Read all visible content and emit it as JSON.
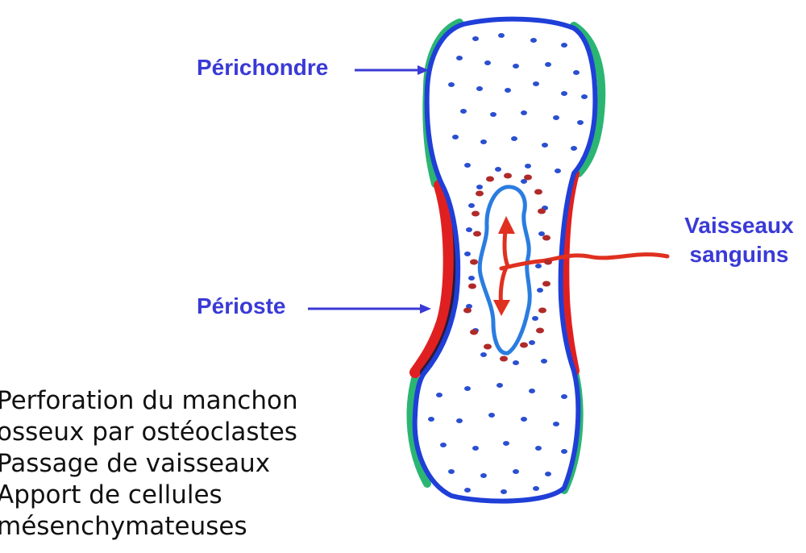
{
  "labels": {
    "perichondre": "Périchondre",
    "perioste": "Périoste",
    "vaisseaux_line1": "Vaisseaux",
    "vaisseaux_line2": "sanguins"
  },
  "notes": [
    "Perforation du manchon",
    "osseux par ostéoclastes",
    "Passage de vaisseaux",
    "Apport de cellules",
    "mésenchymateuses"
  ],
  "colors": {
    "label_blue": "#3a3ad6",
    "cartilage_outline": "#1f3fd8",
    "perichondrium": "#2bb573",
    "periosteum": "#e02020",
    "bone_collar": "#2a1a3a",
    "vessel": "#e03020",
    "dots_blue": "#2a4fd0",
    "dots_red": "#b02a2a"
  }
}
